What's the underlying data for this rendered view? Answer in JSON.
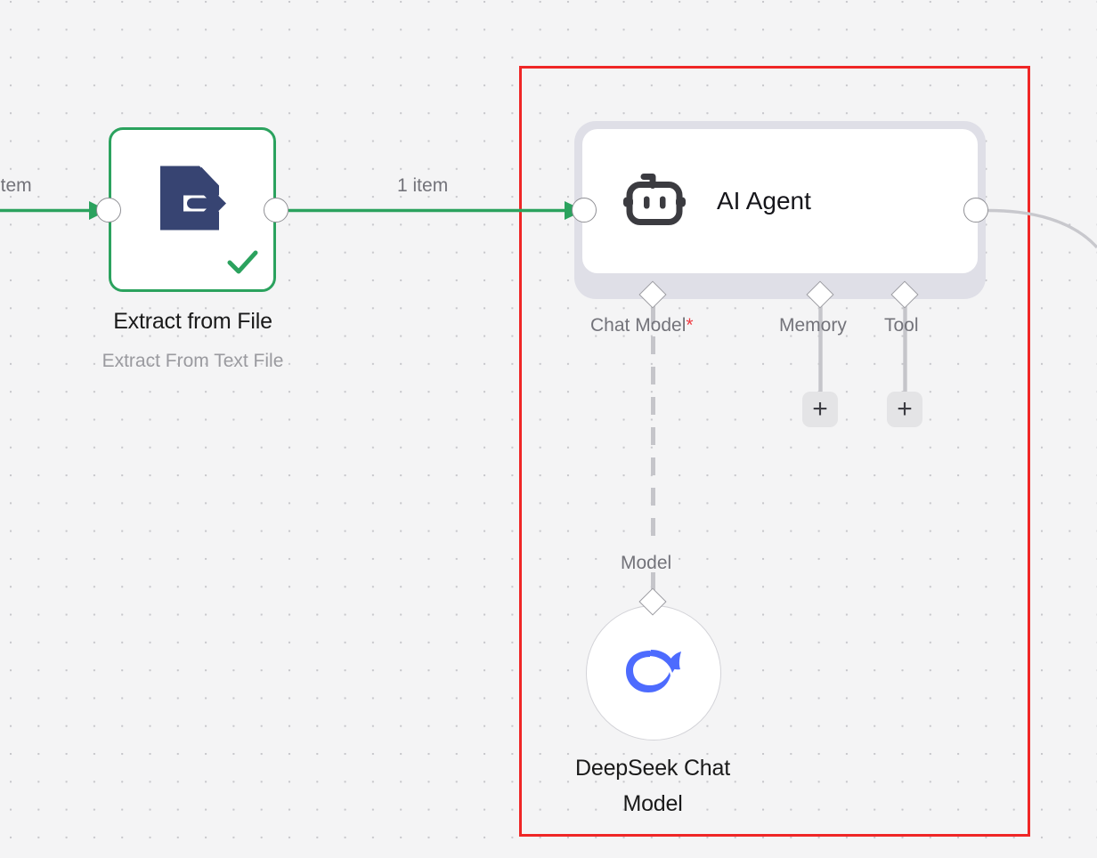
{
  "canvas": {
    "background_color": "#f4f4f5",
    "grid_dot_color": "#c8c8cc"
  },
  "selection": {
    "color": "#ef2626",
    "name": "selection-rectangle"
  },
  "nodes": {
    "extract_from_file": {
      "title": "Extract from File",
      "subtitle": "Extract From Text File",
      "icon": "document-export-icon",
      "icon_color": "#374472",
      "border_color": "#2ba25e",
      "status_icon": "success-check-icon",
      "status_color": "#2ba25e"
    },
    "ai_agent": {
      "title": "AI Agent",
      "icon": "robot-icon",
      "icon_color": "#3b3b40",
      "ports": [
        {
          "label": "Chat Model",
          "required": true,
          "required_marker": "*"
        },
        {
          "label": "Memory",
          "required": false
        },
        {
          "label": "Tool",
          "required": false
        }
      ],
      "add_buttons": [
        {
          "label": "+",
          "for": "memory"
        },
        {
          "label": "+",
          "for": "tool"
        }
      ]
    },
    "deepseek_chat_model": {
      "title_line1": "DeepSeek Chat",
      "title_line2": "Model",
      "icon": "deepseek-whale-icon",
      "icon_color": "#4d6bfe",
      "port_label": "Model"
    }
  },
  "connections": {
    "incoming_label": "item",
    "main_label": "1 item",
    "main_color": "#2ba25e",
    "sub_color": "#c5c5ca",
    "output_color": "#c8c8cd"
  }
}
